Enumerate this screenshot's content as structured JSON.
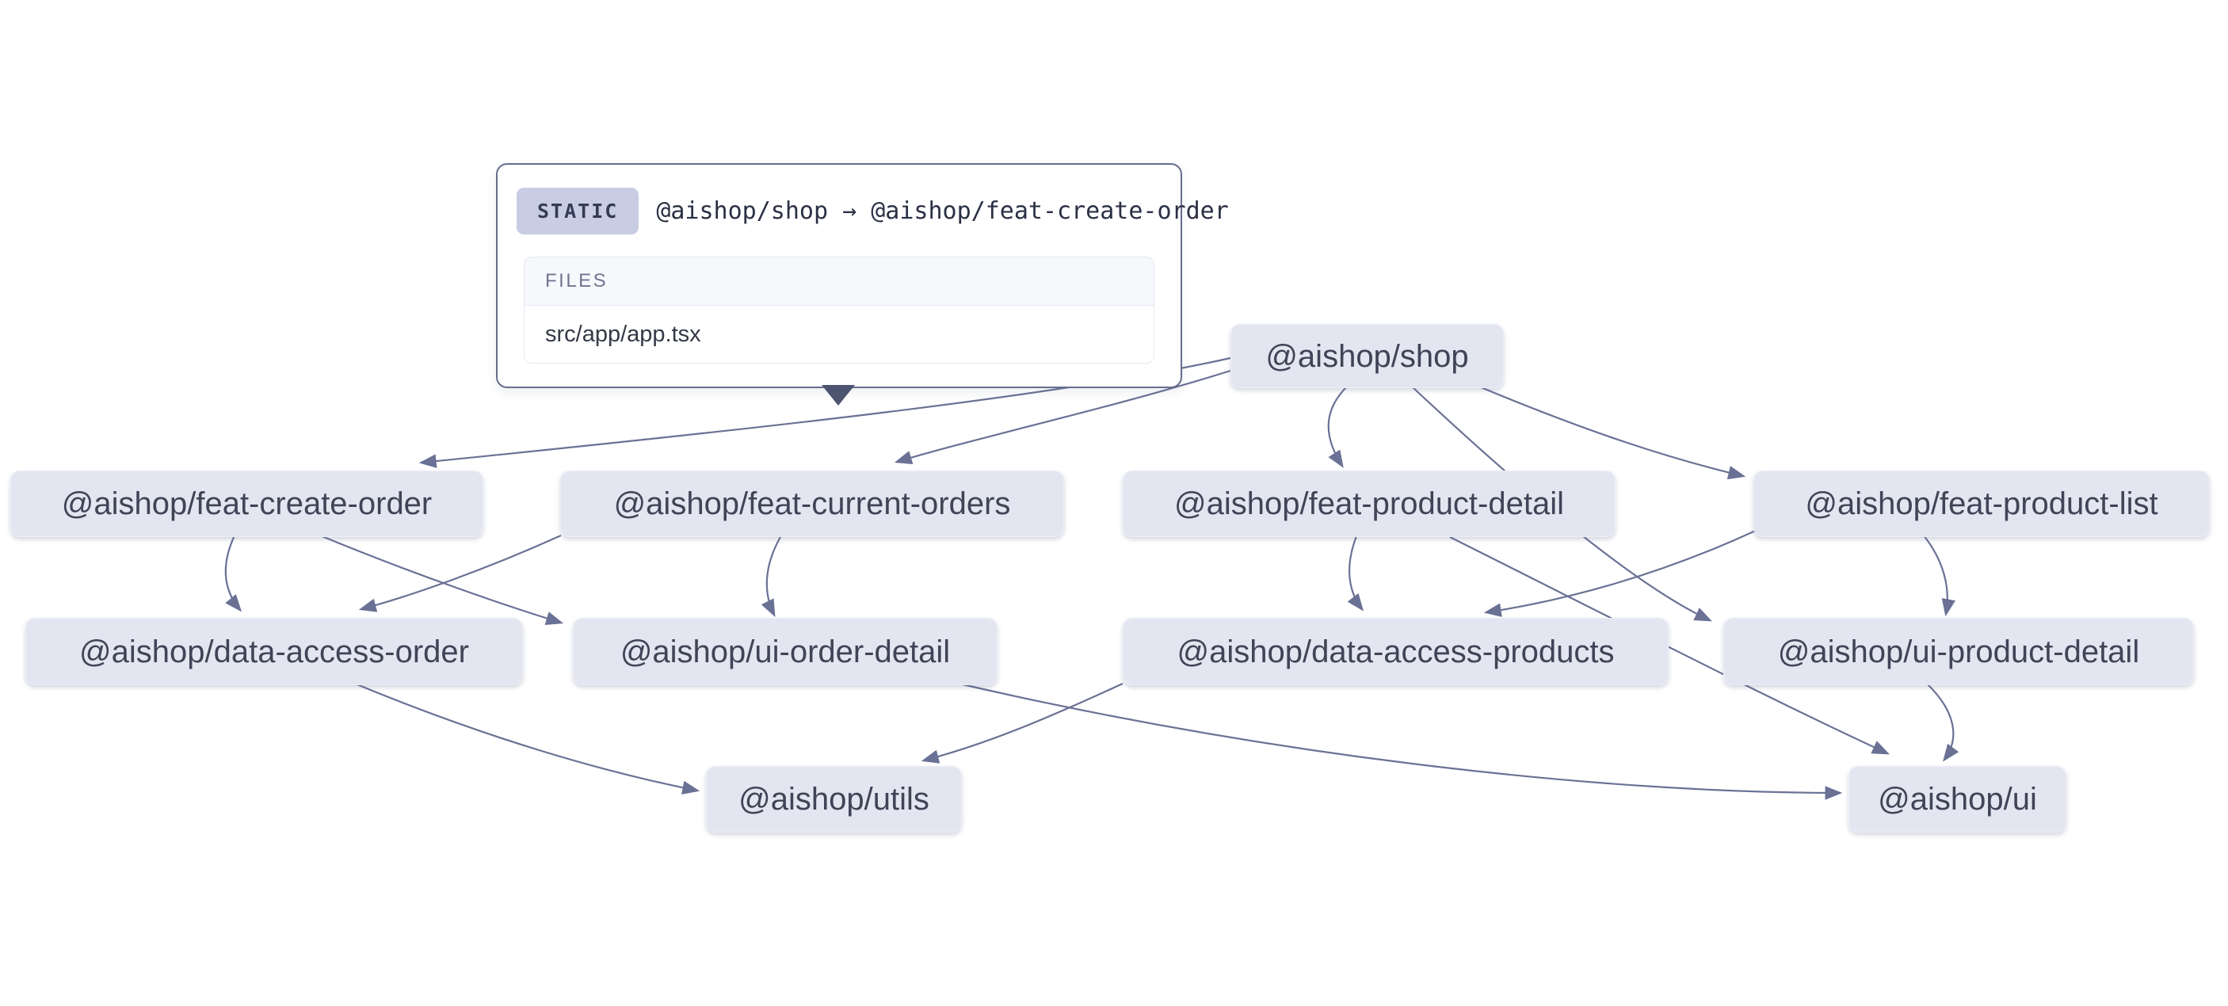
{
  "tooltip": {
    "badge": "STATIC",
    "title": "@aishop/shop → @aishop/feat-create-order",
    "files_header": "FILES",
    "files": [
      "src/app/app.tsx"
    ]
  },
  "graph": {
    "edge_color": "#6a7195",
    "node_fill": "#e3e5f0",
    "nodes": [
      {
        "id": "shop",
        "label": "@aishop/shop"
      },
      {
        "id": "feat-create-order",
        "label": "@aishop/feat-create-order"
      },
      {
        "id": "feat-current-orders",
        "label": "@aishop/feat-current-orders"
      },
      {
        "id": "feat-product-detail",
        "label": "@aishop/feat-product-detail"
      },
      {
        "id": "feat-product-list",
        "label": "@aishop/feat-product-list"
      },
      {
        "id": "data-access-order",
        "label": "@aishop/data-access-order"
      },
      {
        "id": "ui-order-detail",
        "label": "@aishop/ui-order-detail"
      },
      {
        "id": "data-access-products",
        "label": "@aishop/data-access-products"
      },
      {
        "id": "ui-product-detail",
        "label": "@aishop/ui-product-detail"
      },
      {
        "id": "utils",
        "label": "@aishop/utils"
      },
      {
        "id": "ui",
        "label": "@aishop/ui"
      }
    ],
    "edges": [
      {
        "source": "@aishop/shop",
        "target": "@aishop/feat-create-order"
      },
      {
        "source": "@aishop/shop",
        "target": "@aishop/feat-current-orders"
      },
      {
        "source": "@aishop/shop",
        "target": "@aishop/feat-product-detail"
      },
      {
        "source": "@aishop/shop",
        "target": "@aishop/feat-product-list"
      },
      {
        "source": "@aishop/shop",
        "target": "@aishop/ui-product-detail"
      },
      {
        "source": "@aishop/feat-create-order",
        "target": "@aishop/data-access-order"
      },
      {
        "source": "@aishop/feat-create-order",
        "target": "@aishop/ui-order-detail"
      },
      {
        "source": "@aishop/feat-current-orders",
        "target": "@aishop/data-access-order"
      },
      {
        "source": "@aishop/feat-current-orders",
        "target": "@aishop/ui-order-detail"
      },
      {
        "source": "@aishop/feat-product-detail",
        "target": "@aishop/data-access-products"
      },
      {
        "source": "@aishop/feat-product-detail",
        "target": "@aishop/ui"
      },
      {
        "source": "@aishop/feat-product-list",
        "target": "@aishop/data-access-products"
      },
      {
        "source": "@aishop/feat-product-list",
        "target": "@aishop/ui-product-detail"
      },
      {
        "source": "@aishop/data-access-order",
        "target": "@aishop/utils"
      },
      {
        "source": "@aishop/data-access-products",
        "target": "@aishop/utils"
      },
      {
        "source": "@aishop/ui-order-detail",
        "target": "@aishop/ui"
      },
      {
        "source": "@aishop/ui-product-detail",
        "target": "@aishop/ui"
      }
    ]
  }
}
